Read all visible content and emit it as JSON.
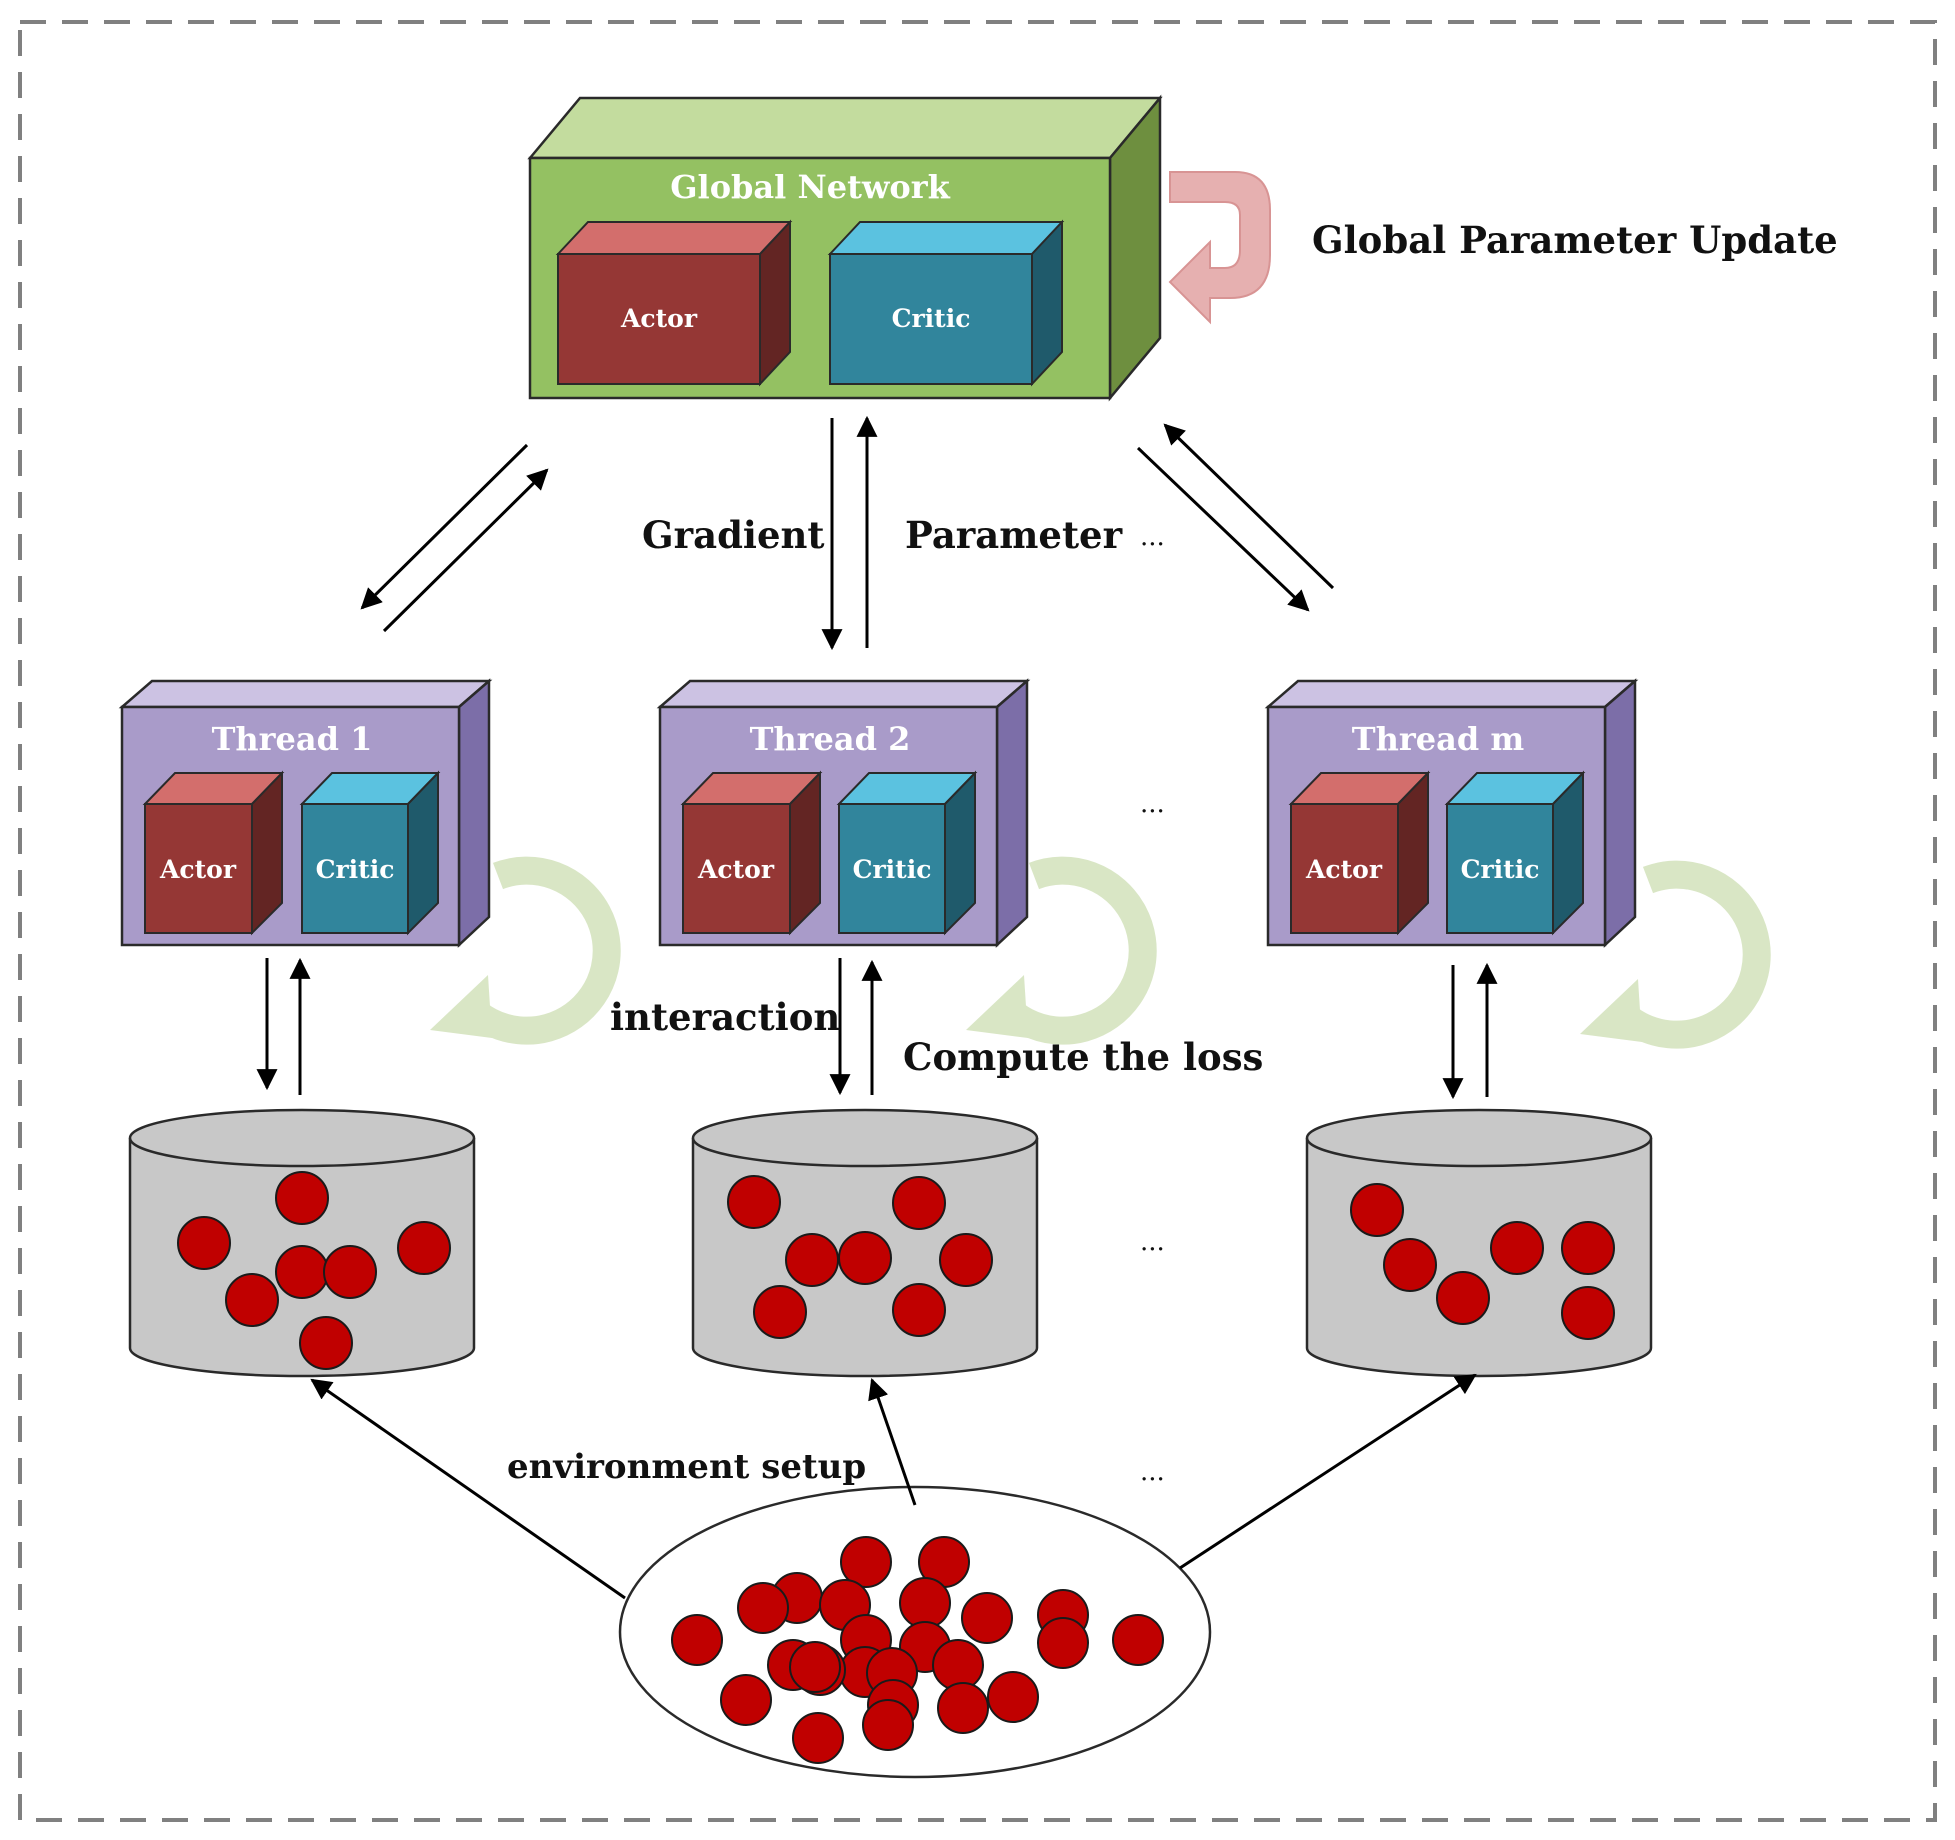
{
  "global_network": {
    "title": "Global Network",
    "actor_label": "Actor",
    "critic_label": "Critic",
    "update_label": "Global Parameter Update"
  },
  "flows": {
    "gradient_label": "Gradient",
    "parameter_label": "Parameter",
    "interaction_label": "interaction",
    "compute_loss_label": "Compute the loss",
    "environment_label": "environment setup",
    "ellipsis": "..."
  },
  "threads": [
    {
      "title": "Thread 1",
      "actor_label": "Actor",
      "critic_label": "Critic"
    },
    {
      "title": "Thread 2",
      "actor_label": "Actor",
      "critic_label": "Critic"
    },
    {
      "title": "Thread m",
      "actor_label": "Actor",
      "critic_label": "Critic"
    }
  ],
  "colors": {
    "global_box": "#94c162",
    "thread_box": "#a99bc9",
    "actor": "#953735",
    "critic": "#31859c",
    "ball": "#c00000",
    "cylinder": "#c8c8c8",
    "global_update_arrow": "#e6b0b0",
    "thread_update_arrow": "#d9e6c5"
  }
}
